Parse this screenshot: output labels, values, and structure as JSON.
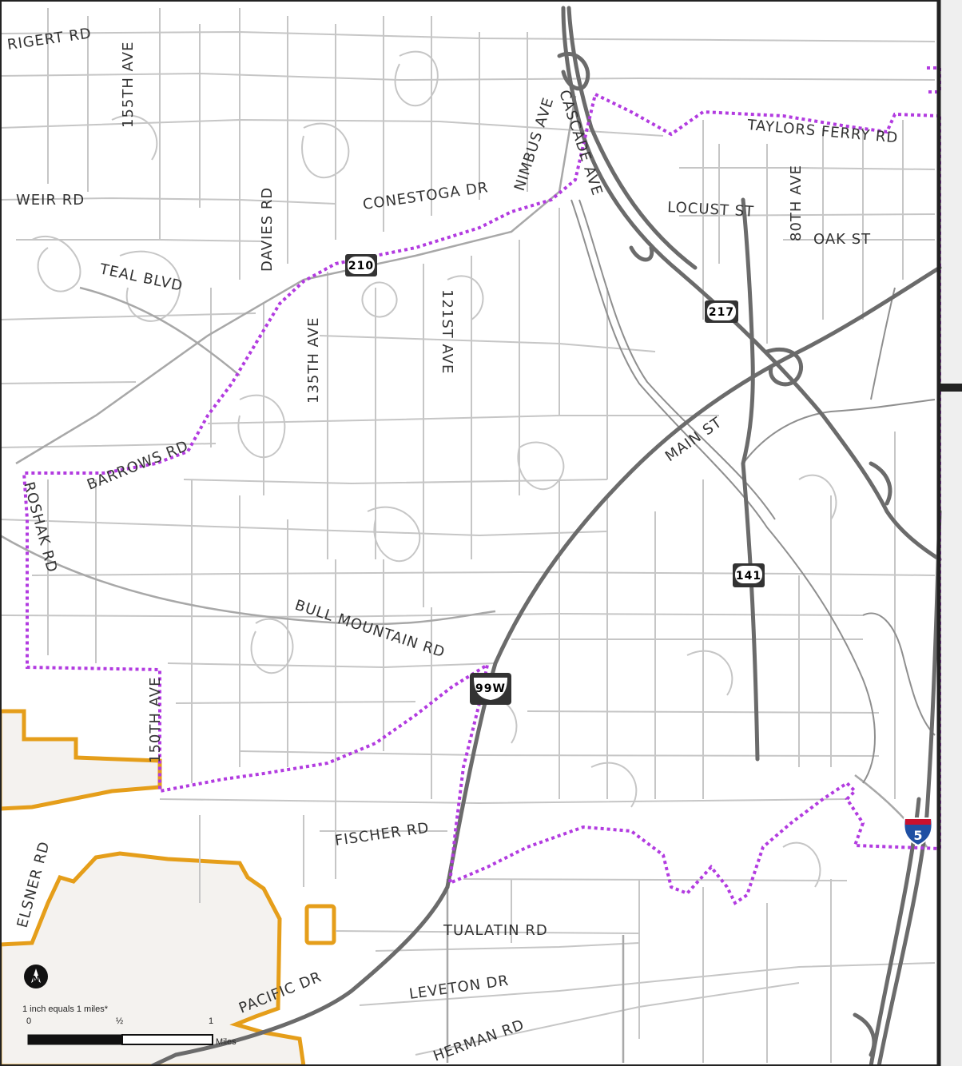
{
  "colors": {
    "street": "#bdbdbd",
    "arterial": "#a0a0a0",
    "highway": "#6b6b6b",
    "railway": "#8a8a8a",
    "boundary_dotted": "#b23be0",
    "ugb_line": "#e59e1a",
    "ugb_fill": "#f4f2ef",
    "frame": "#222222"
  },
  "street_labels": {
    "rigert_rd": "RIGERT RD",
    "ave_155th": "155TH AVE",
    "weir_rd": "WEIR RD",
    "davies_rd": "DAVIES RD",
    "conestoga_dr": "CONESTOGA DR",
    "nimbus_ave": "NIMBUS AVE",
    "cascade_ave": "CASCADE AVE",
    "taylors_ferry_rd": "TAYLORS FERRY RD",
    "locust_st": "LOCUST ST",
    "ave_80th": "80TH AVE",
    "oak_st": "OAK ST",
    "teal_blvd": "TEAL BLVD",
    "ave_135th": "135TH AVE",
    "ave_121st": "121ST AVE",
    "barrows_rd": "BARROWS RD",
    "main_st": "MAIN ST",
    "roshak_rd": "ROSHAK RD",
    "bull_mountain_rd": "BULL MOUNTAIN RD",
    "ave_150th": "150TH AVE",
    "fischer_rd": "FISCHER RD",
    "elsner_rd": "ELSNER RD",
    "tualatin_rd": "TUALATIN RD",
    "pacific_dr": "PACIFIC DR",
    "leveton_dr": "LEVETON DR",
    "herman_rd": "HERMAN RD"
  },
  "shields": {
    "or_210": "210",
    "or_217": "217",
    "or_141": "141",
    "us_99w": "99W",
    "i_5": "5"
  },
  "legend": {
    "north_arrow": "north-arrow-icon",
    "scale_text": "1 inch equals  1 miles*",
    "tick_0": "0",
    "tick_half": "½",
    "tick_1": "1",
    "units": "Miles"
  }
}
